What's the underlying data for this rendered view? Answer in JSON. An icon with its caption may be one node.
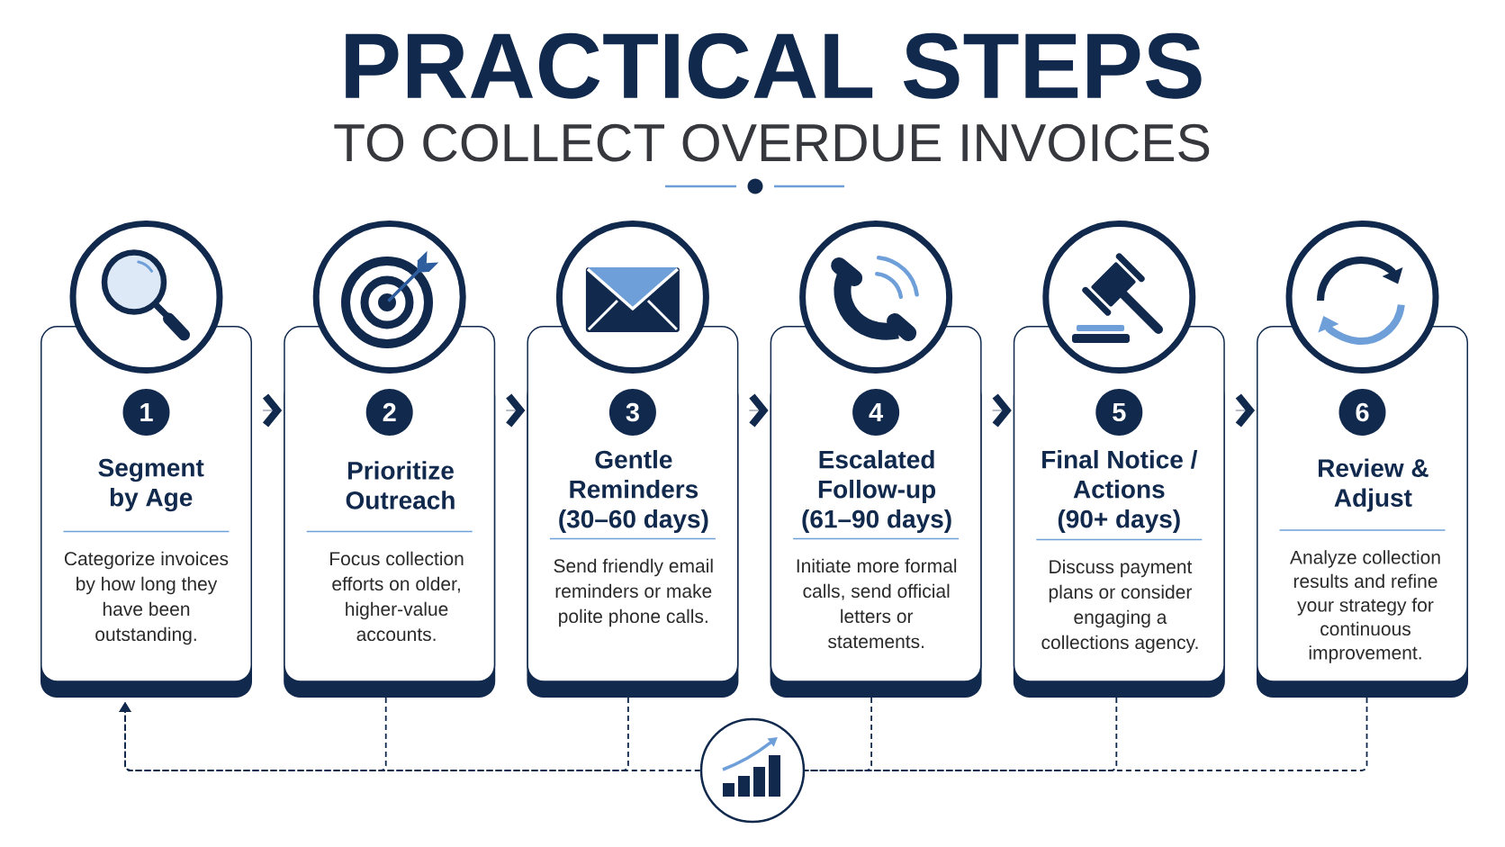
{
  "diagram": {
    "title": "PRACTICAL STEPS",
    "nodes": [
      {
        "text": [
          "Segment by Age",
          "Categorize invoices by how long they have been outstanding."
        ]
      },
      {
        "text": [
          "1"
        ],
        "in": 0
      },
      {
        "text": [
          "Prioritize Outreach",
          "Focus collection efforts on older, higher-value accounts."
        ]
      },
      {
        "text": [
          "2"
        ],
        "in": 2
      },
      {
        "text": [
          "Gentle Reminders (30–60 days)",
          "Send friendly email reminders or make polite phone calls."
        ]
      },
      {
        "text": [
          "3"
        ],
        "in": 4
      },
      {
        "text": [
          "Escalated Follow-up (61–90 days)",
          "Initiate more formal calls, send official letters or statements."
        ]
      },
      {
        "text": [
          "4"
        ],
        "in": 6
      },
      {
        "text": [
          "Final Notice / Actions (90+ days)",
          "Discuss payment plans or consider engaging a collections agency."
        ]
      },
      {
        "text": [
          "5"
        ],
        "in": 8
      },
      {
        "text": [
          "Review & Adjust",
          "Analyze collection results and refine your strategy for continuous improvement."
        ]
      },
      {
        "text": [
          "6"
        ],
        "in": 10
      },
      {
        "text": [],
        "shape": "circle"
      }
    ],
    "edges": [
      {
        "from": 0,
        "to": 2,
        "arrow": "to",
        "style": "thick"
      },
      {
        "from": 2,
        "to": 4,
        "arrow": "to",
        "style": "thick"
      },
      {
        "from": 4,
        "to": 6,
        "arrow": "to",
        "style": "thick"
      },
      {
        "from": 6,
        "to": 8,
        "arrow": "to",
        "style": "thick"
      },
      {
        "from": 8,
        "to": 10,
        "arrow": "to",
        "style": "thick"
      },
      {
        "from": 2,
        "to": 0,
        "arrow": "to",
        "style": "dashed"
      },
      {
        "from": 4,
        "to": 0,
        "arrow": "to",
        "style": "dashed"
      },
      {
        "from": 6,
        "to": 12,
        "arrow": "none",
        "style": "dashed"
      },
      {
        "from": 8,
        "to": 12,
        "arrow": "none",
        "style": "dashed"
      },
      {
        "from": 10,
        "to": 12,
        "arrow": "none",
        "style": "dashed"
      },
      {
        "from": 12,
        "to": 0,
        "arrow": "to",
        "style": "dashed"
      }
    ],
    "labels": [
      "TO COLLECT OVERDUE INVOICES"
    ]
  }
}
